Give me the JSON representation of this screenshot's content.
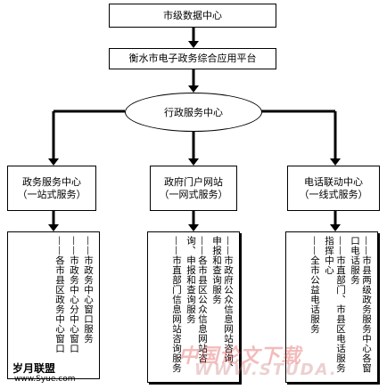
{
  "nodes": {
    "city_center": "市级数据中心",
    "platform": "衡水市电子政务综合应用平台",
    "admin_center": "行政服务中心"
  },
  "services": [
    {
      "title": "政务服务中心",
      "subtitle": "（一站式服务）",
      "items": [
        "——市政务中心窗口服务",
        "——市政务中心分中心窗口",
        "——各市县区政务中心窗口"
      ]
    },
    {
      "title": "政府门户网站",
      "subtitle": "（一网式服务）",
      "items": [
        "——市政府公众信息网站咨询、申报和查询服务",
        "——各市县区公众信息网站咨询、申报和查询服务",
        "——市直部门信息网站咨询服务"
      ]
    },
    {
      "title": "电话联动中心",
      "subtitle": "（一线式服务）",
      "items": [
        "——市县两级政务服务中心各窗口电话服务",
        "——市直部门、市县区电话服务指挥中心",
        "——全市公益电话服务"
      ]
    }
  ],
  "watermark": {
    "text": "中国论文下载",
    "url": "WWW.STUDA."
  },
  "logo": {
    "text": "岁月联盟",
    "url": "www.Syue.com"
  }
}
